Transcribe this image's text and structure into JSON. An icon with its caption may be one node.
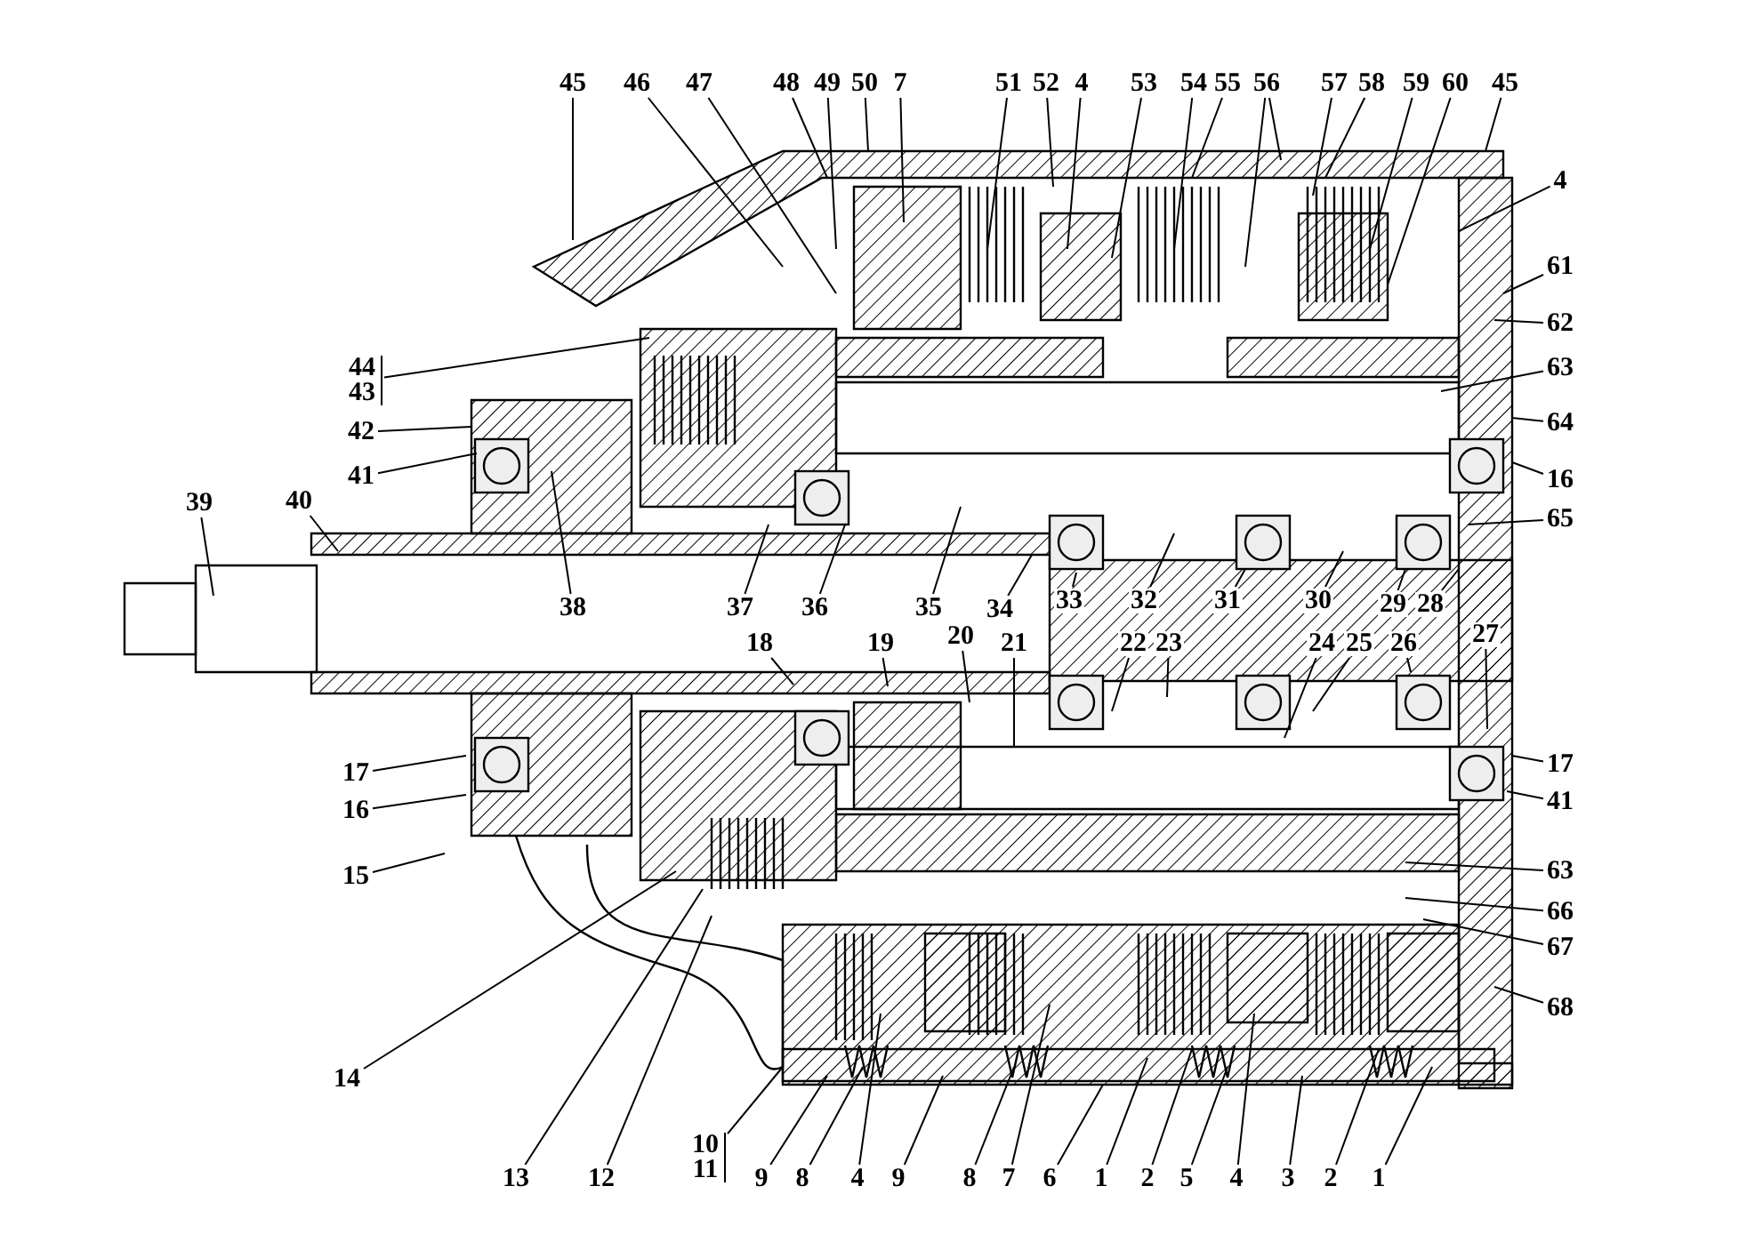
{
  "diagram": {
    "nodes": [
      {
        "text": [
          "45"
        ]
      },
      {
        "text": [
          "46"
        ]
      },
      {
        "text": [
          "47"
        ]
      },
      {
        "text": [
          "48"
        ]
      },
      {
        "text": [
          "49"
        ]
      },
      {
        "text": [
          "50"
        ]
      },
      {
        "text": [
          "7"
        ]
      },
      {
        "text": [
          "51"
        ]
      },
      {
        "text": [
          "52"
        ]
      },
      {
        "text": [
          "4"
        ]
      },
      {
        "text": [
          "53"
        ]
      },
      {
        "text": [
          "54"
        ]
      },
      {
        "text": [
          "55"
        ]
      },
      {
        "text": [
          "56"
        ]
      },
      {
        "text": [
          "57"
        ]
      },
      {
        "text": [
          "58"
        ]
      },
      {
        "text": [
          "59"
        ]
      },
      {
        "text": [
          "60"
        ]
      },
      {
        "text": [
          "45"
        ]
      },
      {
        "text": [
          "4"
        ]
      },
      {
        "text": [
          "61"
        ]
      },
      {
        "text": [
          "62"
        ]
      },
      {
        "text": [
          "63"
        ]
      },
      {
        "text": [
          "64"
        ]
      },
      {
        "text": [
          "16"
        ]
      },
      {
        "text": [
          "65"
        ]
      },
      {
        "text": [
          "44",
          "43"
        ]
      },
      {
        "text": [
          "42"
        ]
      },
      {
        "text": [
          "41"
        ]
      },
      {
        "text": [
          "39"
        ]
      },
      {
        "text": [
          "40"
        ]
      },
      {
        "text": [
          "38"
        ]
      },
      {
        "text": [
          "37"
        ]
      },
      {
        "text": [
          "36"
        ]
      },
      {
        "text": [
          "35"
        ]
      },
      {
        "text": [
          "34"
        ]
      },
      {
        "text": [
          "33"
        ]
      },
      {
        "text": [
          "32"
        ]
      },
      {
        "text": [
          "31"
        ]
      },
      {
        "text": [
          "30"
        ]
      },
      {
        "text": [
          "29"
        ]
      },
      {
        "text": [
          "28"
        ]
      },
      {
        "text": [
          "18"
        ]
      },
      {
        "text": [
          "19"
        ]
      },
      {
        "text": [
          "20"
        ]
      },
      {
        "text": [
          "21"
        ]
      },
      {
        "text": [
          "22"
        ]
      },
      {
        "text": [
          "23"
        ]
      },
      {
        "text": [
          "24"
        ]
      },
      {
        "text": [
          "25"
        ]
      },
      {
        "text": [
          "26"
        ]
      },
      {
        "text": [
          "27"
        ]
      },
      {
        "text": [
          "17"
        ]
      },
      {
        "text": [
          "16"
        ]
      },
      {
        "text": [
          "15"
        ]
      },
      {
        "text": [
          "17"
        ]
      },
      {
        "text": [
          "41"
        ]
      },
      {
        "text": [
          "63"
        ]
      },
      {
        "text": [
          "66"
        ]
      },
      {
        "text": [
          "67"
        ]
      },
      {
        "text": [
          "68"
        ]
      },
      {
        "text": [
          "14"
        ]
      },
      {
        "text": [
          "13"
        ]
      },
      {
        "text": [
          "12"
        ]
      },
      {
        "text": [
          "10",
          "11"
        ]
      },
      {
        "text": [
          "9"
        ]
      },
      {
        "text": [
          "8"
        ]
      },
      {
        "text": [
          "4"
        ]
      },
      {
        "text": [
          "9"
        ]
      },
      {
        "text": [
          "8"
        ]
      },
      {
        "text": [
          "7"
        ]
      },
      {
        "text": [
          "6"
        ]
      },
      {
        "text": [
          "1"
        ]
      },
      {
        "text": [
          "2"
        ]
      },
      {
        "text": [
          "5"
        ]
      },
      {
        "text": [
          "4"
        ]
      },
      {
        "text": [
          "3"
        ]
      },
      {
        "text": [
          "2"
        ]
      },
      {
        "text": [
          "1"
        ]
      }
    ],
    "edges": [
      {
        "from": 0,
        "to": null,
        "arrow": "none"
      },
      {
        "from": 1,
        "to": null,
        "arrow": "none"
      },
      {
        "from": 2,
        "to": null,
        "arrow": "none"
      },
      {
        "from": 3,
        "to": null,
        "arrow": "none"
      },
      {
        "from": 4,
        "to": null,
        "arrow": "none"
      },
      {
        "from": 5,
        "to": null,
        "arrow": "none"
      },
      {
        "from": 6,
        "to": null,
        "arrow": "none"
      },
      {
        "from": 7,
        "to": null,
        "arrow": "none"
      },
      {
        "from": 8,
        "to": null,
        "arrow": "none"
      },
      {
        "from": 9,
        "to": null,
        "arrow": "none"
      },
      {
        "from": 10,
        "to": null,
        "arrow": "none"
      },
      {
        "from": 11,
        "to": null,
        "arrow": "none"
      },
      {
        "from": 12,
        "to": null,
        "arrow": "none"
      },
      {
        "from": 13,
        "to": null,
        "arrow": "none"
      },
      {
        "from": 13,
        "to": null,
        "arrow": "none"
      },
      {
        "from": 14,
        "to": null,
        "arrow": "none"
      },
      {
        "from": 15,
        "to": null,
        "arrow": "none"
      },
      {
        "from": 16,
        "to": null,
        "arrow": "none"
      },
      {
        "from": 17,
        "to": null,
        "arrow": "none"
      },
      {
        "from": 18,
        "to": null,
        "arrow": "none"
      },
      {
        "from": 19,
        "to": null,
        "arrow": "none"
      },
      {
        "from": 20,
        "to": null,
        "arrow": "none"
      },
      {
        "from": 21,
        "to": null,
        "arrow": "none"
      },
      {
        "from": 22,
        "to": null,
        "arrow": "none"
      },
      {
        "from": 23,
        "to": null,
        "arrow": "none"
      },
      {
        "from": 24,
        "to": null,
        "arrow": "none"
      },
      {
        "from": 25,
        "to": null,
        "arrow": "none"
      },
      {
        "from": 26,
        "to": null,
        "arrow": "none"
      },
      {
        "from": 27,
        "to": null,
        "arrow": "none"
      },
      {
        "from": 28,
        "to": null,
        "arrow": "none"
      },
      {
        "from": 29,
        "to": null,
        "arrow": "none"
      },
      {
        "from": 30,
        "to": null,
        "arrow": "none"
      },
      {
        "from": 31,
        "to": null,
        "arrow": "none"
      },
      {
        "from": 32,
        "to": null,
        "arrow": "none"
      },
      {
        "from": 33,
        "to": null,
        "arrow": "none"
      },
      {
        "from": 34,
        "to": null,
        "arrow": "none"
      },
      {
        "from": 35,
        "to": null,
        "arrow": "none"
      },
      {
        "from": 36,
        "to": null,
        "arrow": "none"
      },
      {
        "from": 37,
        "to": null,
        "arrow": "none"
      },
      {
        "from": 38,
        "to": null,
        "arrow": "none"
      },
      {
        "from": 39,
        "to": null,
        "arrow": "none"
      },
      {
        "from": 40,
        "to": null,
        "arrow": "none"
      },
      {
        "from": 41,
        "to": null,
        "arrow": "none"
      },
      {
        "from": 42,
        "to": null,
        "arrow": "none"
      },
      {
        "from": 43,
        "to": null,
        "arrow": "none"
      },
      {
        "from": 44,
        "to": null,
        "arrow": "none"
      },
      {
        "from": 45,
        "to": null,
        "arrow": "none"
      },
      {
        "from": 46,
        "to": null,
        "arrow": "none"
      },
      {
        "from": 47,
        "to": null,
        "arrow": "none"
      },
      {
        "from": 48,
        "to": null,
        "arrow": "none"
      },
      {
        "from": 49,
        "to": null,
        "arrow": "none"
      },
      {
        "from": 50,
        "to": null,
        "arrow": "none"
      },
      {
        "from": 51,
        "to": null,
        "arrow": "none"
      },
      {
        "from": 52,
        "to": null,
        "arrow": "none"
      },
      {
        "from": 53,
        "to": null,
        "arrow": "none"
      },
      {
        "from": 54,
        "to": null,
        "arrow": "none"
      },
      {
        "from": 55,
        "to": null,
        "arrow": "none"
      },
      {
        "from": 56,
        "to": null,
        "arrow": "none"
      },
      {
        "from": 57,
        "to": null,
        "arrow": "none"
      },
      {
        "from": 58,
        "to": null,
        "arrow": "none"
      },
      {
        "from": 59,
        "to": null,
        "arrow": "none"
      },
      {
        "from": 60,
        "to": null,
        "arrow": "none"
      },
      {
        "from": 61,
        "to": null,
        "arrow": "none"
      },
      {
        "from": 62,
        "to": null,
        "arrow": "none"
      },
      {
        "from": 63,
        "to": null,
        "arrow": "none"
      },
      {
        "from": 64,
        "to": null,
        "arrow": "none"
      },
      {
        "from": 65,
        "to": null,
        "arrow": "none"
      },
      {
        "from": 66,
        "to": null,
        "arrow": "none"
      },
      {
        "from": 67,
        "to": null,
        "arrow": "none"
      },
      {
        "from": 68,
        "to": null,
        "arrow": "none"
      },
      {
        "from": 69,
        "to": null,
        "arrow": "none"
      },
      {
        "from": 70,
        "to": null,
        "arrow": "none"
      },
      {
        "from": 71,
        "to": null,
        "arrow": "none"
      },
      {
        "from": 72,
        "to": null,
        "arrow": "none"
      },
      {
        "from": 73,
        "to": null,
        "arrow": "none"
      },
      {
        "from": 74,
        "to": null,
        "arrow": "none"
      },
      {
        "from": 75,
        "to": null,
        "arrow": "none"
      },
      {
        "from": 76,
        "to": null,
        "arrow": "none"
      },
      {
        "from": 77,
        "to": null,
        "arrow": "none"
      },
      {
        "from": 78,
        "to": null,
        "arrow": "none"
      }
    ]
  }
}
